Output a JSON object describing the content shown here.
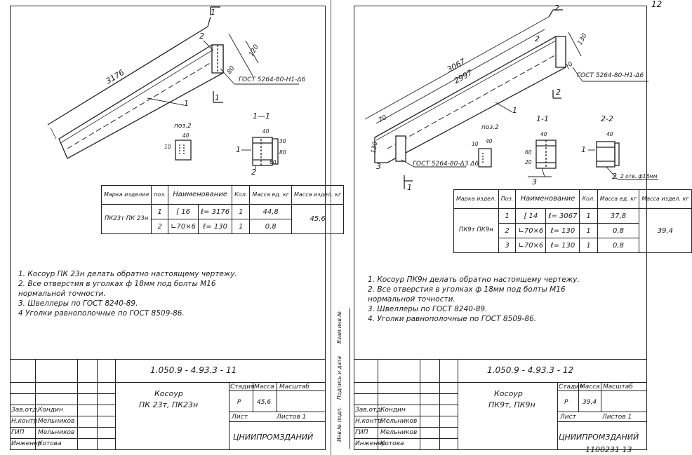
{
  "sheet1": {
    "drawing": {
      "length": "3176",
      "pos1": "1",
      "pos2": "2",
      "dim120": "120",
      "dim80": "80",
      "weld": "ГОСТ 5264-80-Н1-Δ6",
      "section": "1—1",
      "poz2": "поз.2",
      "d40a": "40",
      "d40b": "40",
      "d10": "10",
      "d80": "80",
      "d60": "60",
      "d30": "30",
      "sec_pos1": "1",
      "sec_pos2": "2"
    },
    "spec": {
      "headers": [
        "Марка изделия",
        "поз.",
        "Наименование",
        "Кол.",
        "Масса ед. кг",
        "Масса издел. кг"
      ],
      "mark": "ПК23т ПК 23н",
      "rows": [
        {
          "pos": "1",
          "name": "[ 16",
          "len": "ℓ= 3176",
          "qty": "1",
          "mass": "44,8"
        },
        {
          "pos": "2",
          "name": "∟70×6",
          "len": "ℓ= 130",
          "qty": "1",
          "mass": "0,8"
        }
      ],
      "total": "45,6"
    },
    "notes": [
      "1. Косоур ПК 23н делать обратно настоящему чертежу.",
      "2. Все отверстия в уголках ф 18мм под болты М16",
      "    нормальной точности.",
      "3. Швеллеры по ГОСТ 8240-89.",
      "4 Уголки равнополочные по ГОСТ 8509-86."
    ],
    "title_block": {
      "code": "1.050.9 - 4.93.3 - 11",
      "name1": "Косоур",
      "name2": "ПК 23т, ПК23н",
      "stage_h": "Стадия",
      "mass_h": "Масса",
      "scale_h": "Масштаб",
      "stage": "Р",
      "mass": "45,6",
      "sheet_h": "Лист",
      "sheets_h": "Листов 1",
      "org": "ЦНИИПРОМЗДАНИЙ",
      "people": [
        {
          "role": "Зав.отд.",
          "name": "Кондин"
        },
        {
          "role": "Н.контр.",
          "name": "Мельников"
        },
        {
          "role": "ГИП",
          "name": "Мельников"
        },
        {
          "role": "Инженер",
          "name": "Котова"
        }
      ]
    }
  },
  "sheet2": {
    "drawing": {
      "corner": "12",
      "len_outer": "3067",
      "len_inner": "2997",
      "pos1": "1",
      "pos2": "2",
      "pos3": "3",
      "dim130": "130",
      "dim70": "70",
      "dim10": "10",
      "weld_top": "ГОСТ 5264-80-Н1-Δ6",
      "weld_bot": "ГОСТ 5264-80-Δ3 Δ6",
      "poz2": "поз.2",
      "section1": "1-1",
      "section2": "2-2",
      "d40a": "40",
      "d40b": "40",
      "d40c": "40",
      "d10": "10",
      "d60": "60",
      "d20": "20",
      "holes": "2 отв. ф18мм"
    },
    "spec": {
      "headers": [
        "Марка издел.",
        "Поз.",
        "Наименование",
        "Кол.",
        "Масса ед. кг",
        "Масса издел. кг"
      ],
      "mark": "ПК9т ПК9н",
      "rows": [
        {
          "pos": "1",
          "name": "[ 14",
          "len": "ℓ= 3067",
          "qty": "1",
          "mass": "37,8"
        },
        {
          "pos": "2",
          "name": "∟70×6",
          "len": "ℓ= 130",
          "qty": "1",
          "mass": "0,8"
        },
        {
          "pos": "3",
          "name": "∟70×6",
          "len": "ℓ= 130",
          "qty": "1",
          "mass": "0,8"
        }
      ],
      "total": "39,4"
    },
    "notes": [
      "1. Косоур ПК9н делать обратно настоящему чертежу.",
      "2. Все отверстия в уголках ф 18мм под болты М16",
      "    нормальной точности.",
      "3. Швеллеры по ГОСТ 8240-89.",
      "4. Уголки равнополочные по ГОСТ 8509-86."
    ],
    "title_block": {
      "code": "1.050.9 - 4.93.3 - 12",
      "name1": "Косоур",
      "name2": "ПК9т, ПК9н",
      "stage_h": "Стадия",
      "mass_h": "Масса",
      "scale_h": "Масштаб",
      "stage": "Р",
      "mass": "39,4",
      "sheet_h": "Лист",
      "sheets_h": "Листов 1",
      "org": "ЦНИИПРОМЗДАНИЙ",
      "people": [
        {
          "role": "Зав.отд.",
          "name": "Кондин"
        },
        {
          "role": "Н.контр.",
          "name": "Мельников"
        },
        {
          "role": "ГИП",
          "name": "Мельников"
        },
        {
          "role": "Инженер",
          "name": "Котова"
        }
      ]
    },
    "side_stamps": [
      "Инв.№ подл.",
      "Подпись и дата",
      "Взам.инв.№"
    ],
    "footer_code": "1100231 13"
  }
}
